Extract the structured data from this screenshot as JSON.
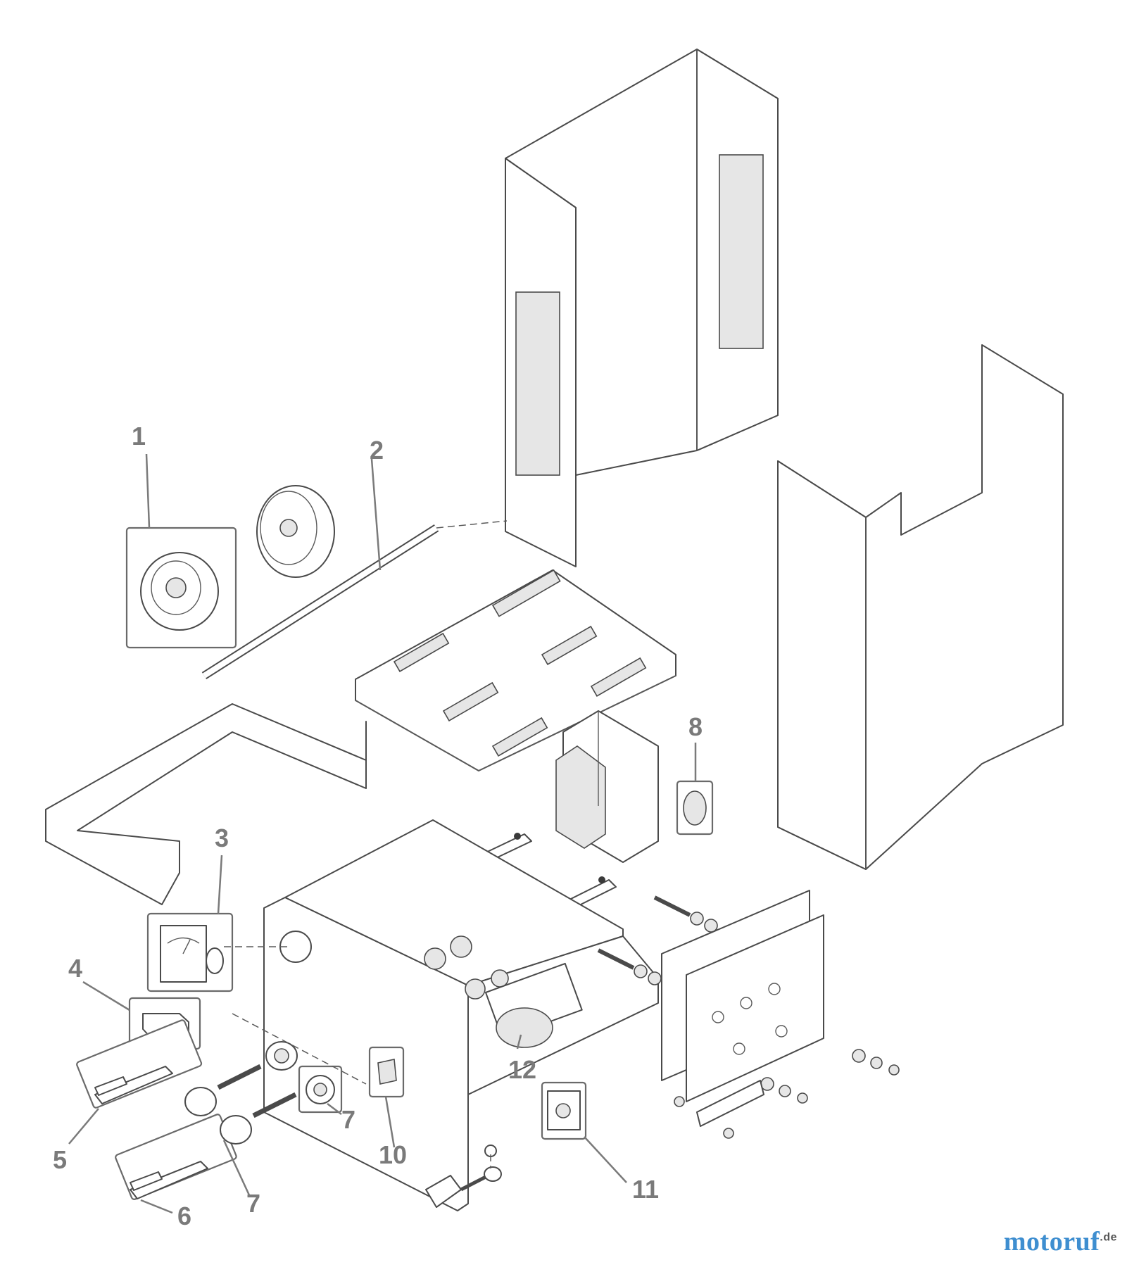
{
  "callouts": [
    {
      "id": "c1",
      "label": "1"
    },
    {
      "id": "c2",
      "label": "2"
    },
    {
      "id": "c3",
      "label": "3"
    },
    {
      "id": "c4",
      "label": "4"
    },
    {
      "id": "c5",
      "label": "5"
    },
    {
      "id": "c6",
      "label": "6"
    },
    {
      "id": "c7a",
      "label": "7"
    },
    {
      "id": "c7b",
      "label": "7"
    },
    {
      "id": "c8",
      "label": "8"
    },
    {
      "id": "c10",
      "label": "10"
    },
    {
      "id": "c11",
      "label": "11"
    },
    {
      "id": "c12",
      "label": "12"
    }
  ],
  "watermark": {
    "logo_text": "motoruf",
    "logo_suffix": ".de"
  },
  "colors": {
    "line": "#4a4a4a",
    "callout": "#7a7a7a",
    "logo_blue": "#3e8ed0",
    "logo_orange": "#e05a2b"
  }
}
